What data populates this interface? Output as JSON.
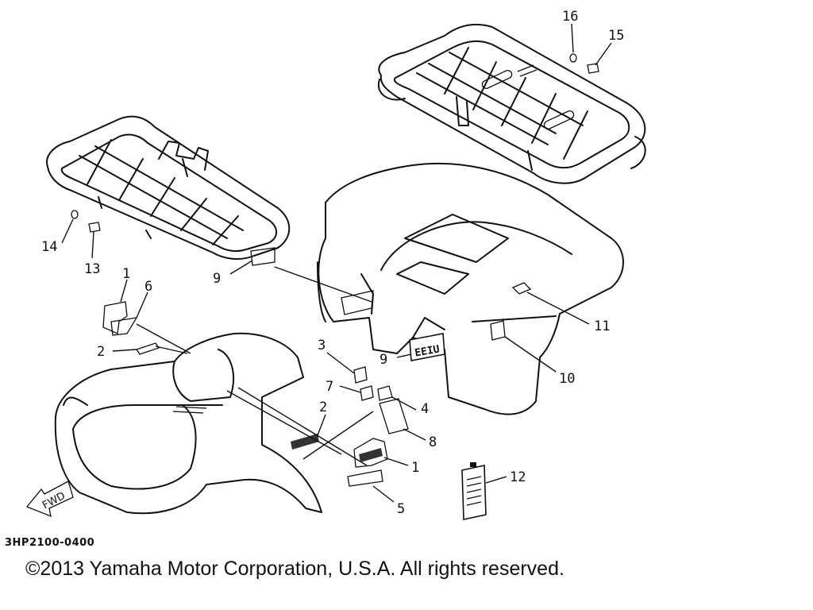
{
  "diagram": {
    "callouts": [
      "1",
      "1",
      "2",
      "2",
      "3",
      "4",
      "5",
      "6",
      "7",
      "8",
      "9",
      "9",
      "10",
      "11",
      "12",
      "13",
      "14",
      "15",
      "16"
    ],
    "direction_label": "FWD",
    "decal_text": "EEIU"
  },
  "footer": {
    "diagram_code": "3HP2100-0400",
    "copyright": "©2013 Yamaha Motor Corporation, U.S.A. All rights reserved."
  }
}
